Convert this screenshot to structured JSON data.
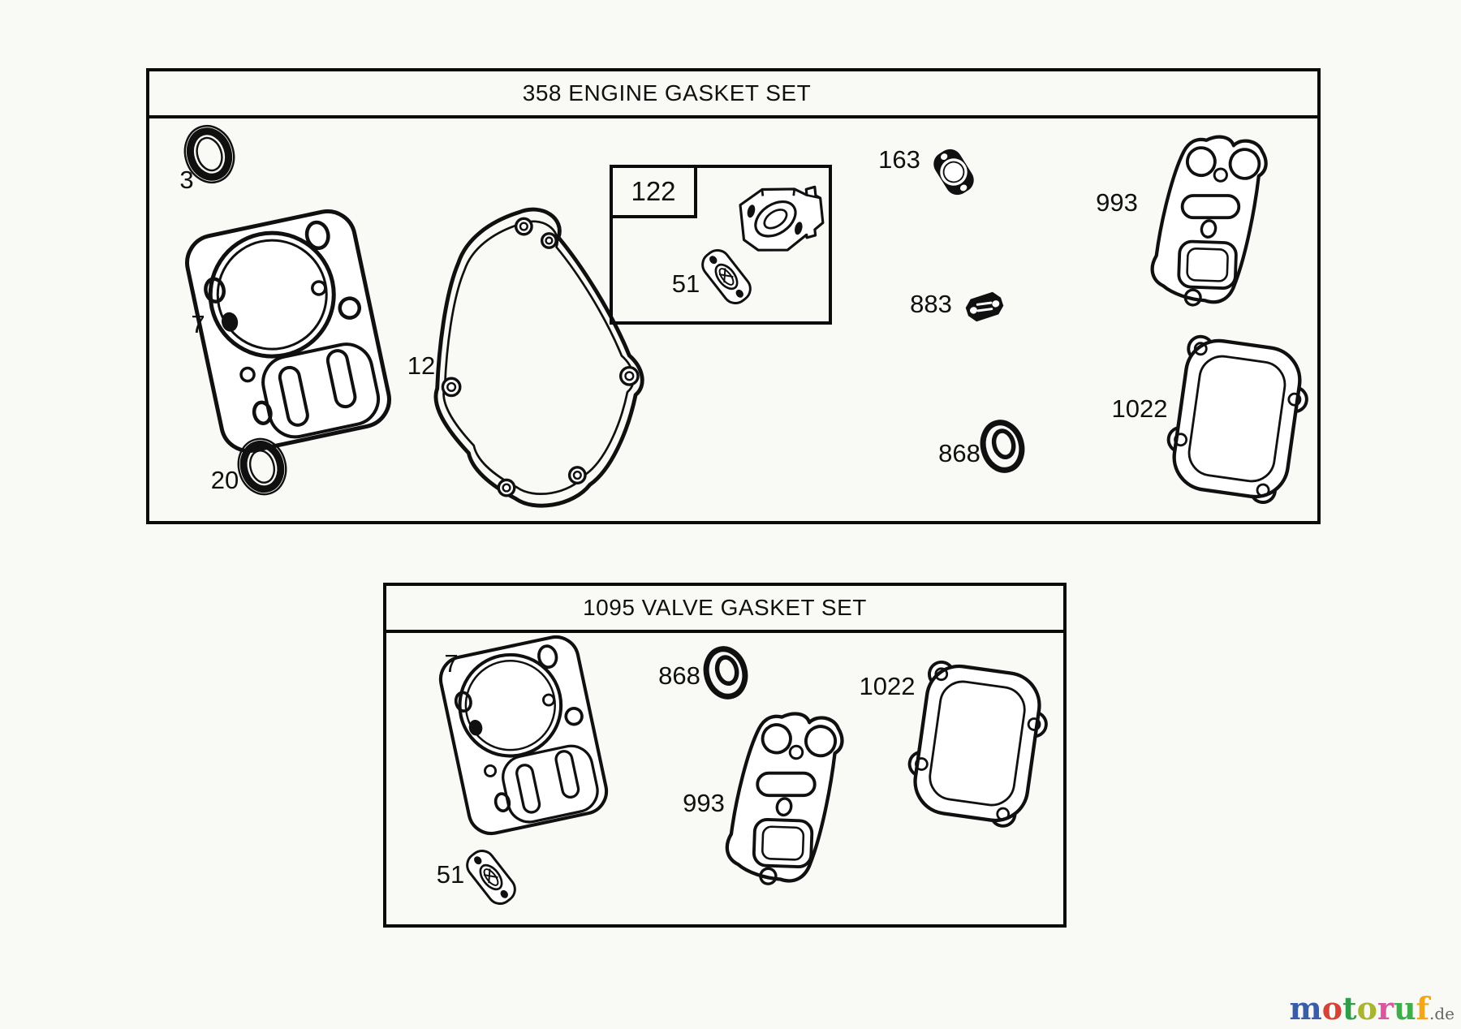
{
  "colors": {
    "ink": "#101010",
    "background": "#f9faf6"
  },
  "engine_set": {
    "title": "358 ENGINE GASKET SET",
    "inset_label": "122",
    "part_labels": {
      "oil_seal_3": "3",
      "cylinder_head_gasket_7": "7",
      "crankcase_gasket_12": "12",
      "oil_seal_20": "20",
      "intake_gasket_51": "51",
      "carburetor_gasket_163": "163",
      "exhaust_gasket_883": "883",
      "oil_seal_868": "868",
      "breather_gasket_993": "993",
      "rocker_cover_gasket_1022": "1022"
    }
  },
  "valve_set": {
    "title": "1095 VALVE GASKET SET",
    "part_labels": {
      "cylinder_head_gasket_7": "7",
      "oil_seal_868": "868",
      "rocker_cover_gasket_1022": "1022",
      "breather_gasket_993": "993",
      "intake_gasket_51": "51"
    }
  },
  "watermark": {
    "letters": [
      {
        "char": "m",
        "color": "#3a5da8"
      },
      {
        "char": "o",
        "color": "#d64237"
      },
      {
        "char": "t",
        "color": "#2f9e48"
      },
      {
        "char": "o",
        "color": "#a9b532"
      },
      {
        "char": "r",
        "color": "#d857a0"
      },
      {
        "char": "u",
        "color": "#3fae4c"
      },
      {
        "char": "f",
        "color": "#f2a71b"
      }
    ],
    "suffix": ".de"
  }
}
